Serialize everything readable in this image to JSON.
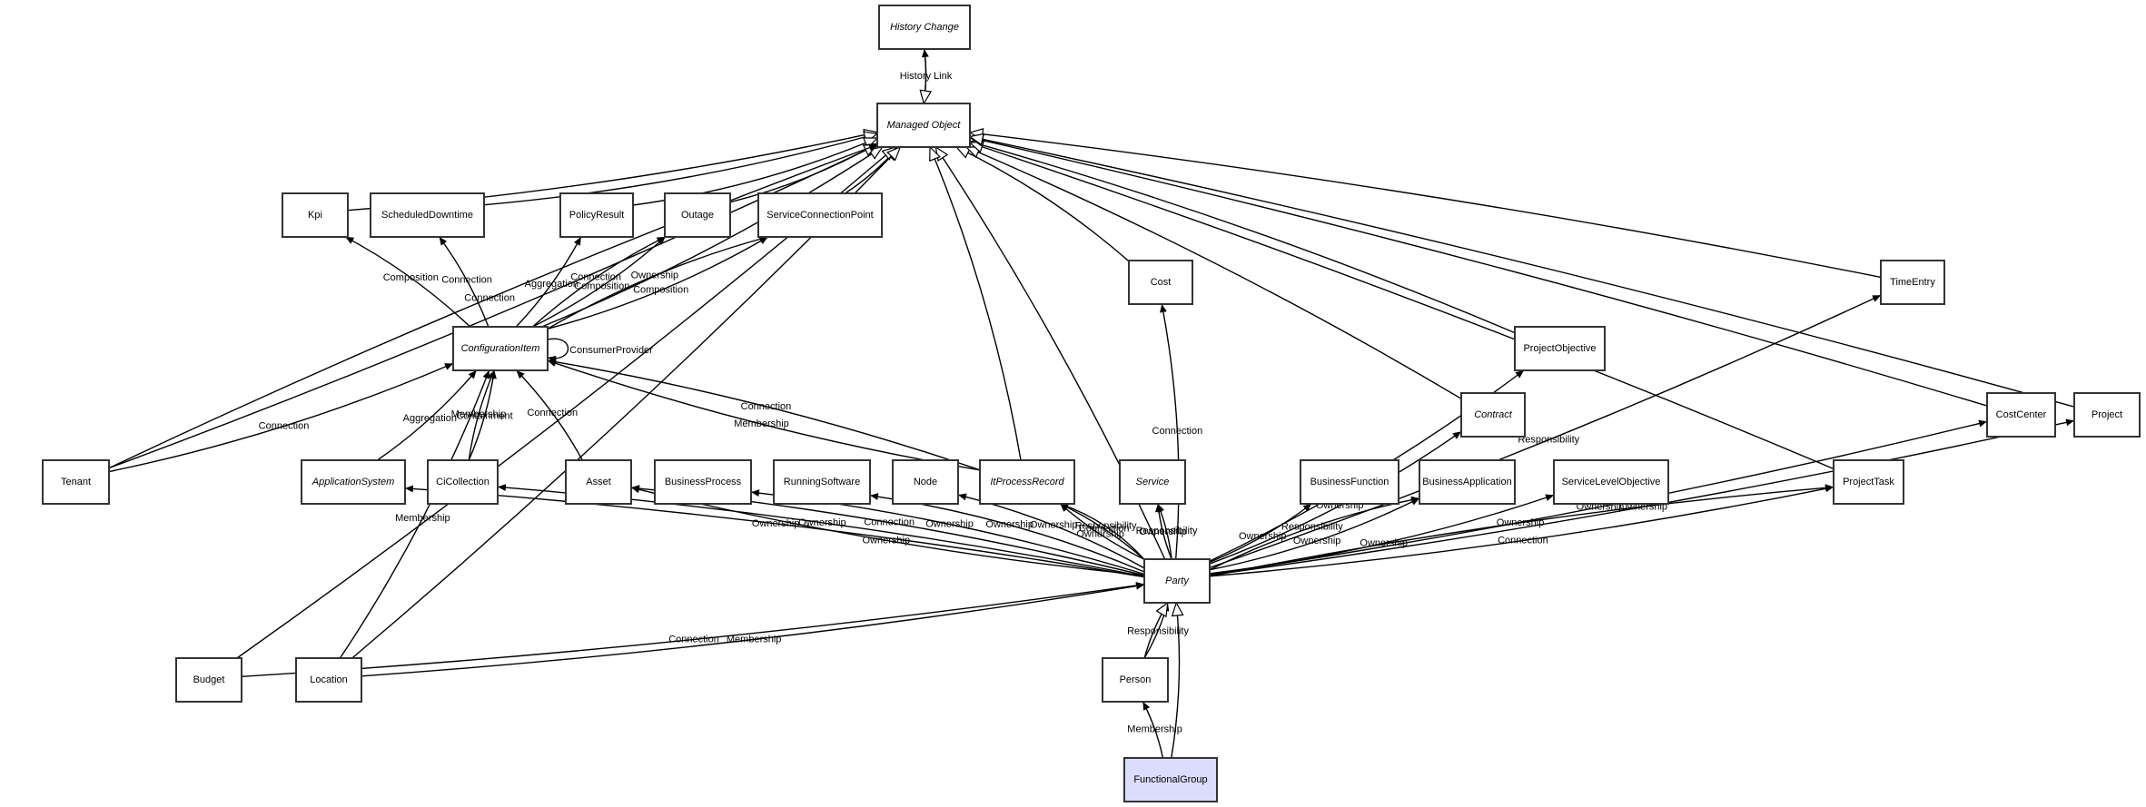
{
  "diagram": {
    "title": "",
    "node_fill_highlight": "#dcdcfc",
    "nodes": [
      {
        "id": "HistoryChange",
        "label": "History Change",
        "abstract": true
      },
      {
        "id": "ManagedObject",
        "label": "Managed Object",
        "abstract": true
      },
      {
        "id": "Kpi",
        "label": "Kpi"
      },
      {
        "id": "ScheduledDowntime",
        "label": "ScheduledDowntime"
      },
      {
        "id": "PolicyResult",
        "label": "PolicyResult"
      },
      {
        "id": "Outage",
        "label": "Outage"
      },
      {
        "id": "ServiceConnectionPoint",
        "label": "ServiceConnectionPoint"
      },
      {
        "id": "Cost",
        "label": "Cost"
      },
      {
        "id": "TimeEntry",
        "label": "TimeEntry"
      },
      {
        "id": "ProjectObjective",
        "label": "ProjectObjective"
      },
      {
        "id": "ConfigurationItem",
        "label": "ConfigurationItem",
        "abstract": true
      },
      {
        "id": "Contract",
        "label": "Contract",
        "abstract": true
      },
      {
        "id": "CostCenter",
        "label": "CostCenter"
      },
      {
        "id": "Project",
        "label": "Project"
      },
      {
        "id": "Tenant",
        "label": "Tenant"
      },
      {
        "id": "ApplicationSystem",
        "label": "ApplicationSystem",
        "abstract": true
      },
      {
        "id": "CiCollection",
        "label": "CiCollection"
      },
      {
        "id": "Asset",
        "label": "Asset"
      },
      {
        "id": "BusinessProcess",
        "label": "BusinessProcess"
      },
      {
        "id": "RunningSoftware",
        "label": "RunningSoftware"
      },
      {
        "id": "Node",
        "label": "Node"
      },
      {
        "id": "ItProcessRecord",
        "label": "ItProcessRecord",
        "abstract": true
      },
      {
        "id": "Service",
        "label": "Service",
        "abstract": true
      },
      {
        "id": "BusinessFunction",
        "label": "BusinessFunction"
      },
      {
        "id": "BusinessApplication",
        "label": "BusinessApplication"
      },
      {
        "id": "ServiceLevelObjective",
        "label": "ServiceLevelObjective"
      },
      {
        "id": "ProjectTask",
        "label": "ProjectTask"
      },
      {
        "id": "Party",
        "label": "Party",
        "abstract": true
      },
      {
        "id": "Budget",
        "label": "Budget"
      },
      {
        "id": "Location",
        "label": "Location"
      },
      {
        "id": "Person",
        "label": "Person"
      },
      {
        "id": "FunctionalGroup",
        "label": "FunctionalGroup",
        "highlight": true
      }
    ],
    "edges": [
      {
        "from": "ManagedObject",
        "to": "HistoryChange",
        "label": "History Link",
        "kind": "association"
      },
      {
        "from": "HistoryChange",
        "to": "ManagedObject",
        "label": "",
        "kind": "inheritance"
      },
      {
        "from": "Kpi",
        "to": "ManagedObject",
        "label": "",
        "kind": "inheritance"
      },
      {
        "from": "ScheduledDowntime",
        "to": "ManagedObject",
        "label": "",
        "kind": "inheritance"
      },
      {
        "from": "PolicyResult",
        "to": "ManagedObject",
        "label": "",
        "kind": "inheritance"
      },
      {
        "from": "Outage",
        "to": "ManagedObject",
        "label": "",
        "kind": "inheritance"
      },
      {
        "from": "ServiceConnectionPoint",
        "to": "ManagedObject",
        "label": "",
        "kind": "inheritance"
      },
      {
        "from": "ConfigurationItem",
        "to": "ManagedObject",
        "label": "",
        "kind": "inheritance"
      },
      {
        "from": "Tenant",
        "to": "ManagedObject",
        "label": "",
        "kind": "inheritance"
      },
      {
        "from": "Tenant",
        "to": "ManagedObject",
        "label": "Connection",
        "kind": "association"
      },
      {
        "from": "Budget",
        "to": "ManagedObject",
        "label": "",
        "kind": "inheritance"
      },
      {
        "from": "Location",
        "to": "ManagedObject",
        "label": "",
        "kind": "inheritance"
      },
      {
        "from": "Party",
        "to": "ManagedObject",
        "label": "",
        "kind": "inheritance"
      },
      {
        "from": "ItProcessRecord",
        "to": "ManagedObject",
        "label": "",
        "kind": "inheritance"
      },
      {
        "from": "Cost",
        "to": "ManagedObject",
        "label": "",
        "kind": "inheritance"
      },
      {
        "from": "Contract",
        "to": "ManagedObject",
        "label": "",
        "kind": "inheritance"
      },
      {
        "from": "ProjectObjective",
        "to": "ManagedObject",
        "label": "",
        "kind": "inheritance"
      },
      {
        "from": "ProjectTask",
        "to": "ManagedObject",
        "label": "",
        "kind": "inheritance"
      },
      {
        "from": "TimeEntry",
        "to": "ManagedObject",
        "label": "",
        "kind": "inheritance"
      },
      {
        "from": "CostCenter",
        "to": "ManagedObject",
        "label": "",
        "kind": "inheritance"
      },
      {
        "from": "Project",
        "to": "ManagedObject",
        "label": "",
        "kind": "inheritance"
      },
      {
        "from": "ConfigurationItem",
        "to": "Kpi",
        "label": "Composition",
        "kind": "association"
      },
      {
        "from": "ConfigurationItem",
        "to": "ScheduledDowntime",
        "label": "Connection",
        "kind": "association"
      },
      {
        "from": "ConfigurationItem",
        "to": "PolicyResult",
        "label": "Aggregation",
        "kind": "association"
      },
      {
        "from": "ConfigurationItem",
        "to": "Outage",
        "label": "Composition",
        "kind": "association"
      },
      {
        "from": "ConfigurationItem",
        "to": "Outage",
        "label": "Connection",
        "kind": "association"
      },
      {
        "from": "ConfigurationItem",
        "to": "ServiceConnectionPoint",
        "label": "Composition",
        "kind": "association"
      },
      {
        "from": "ConfigurationItem",
        "to": "ServiceConnectionPoint",
        "label": "Ownership",
        "kind": "association"
      },
      {
        "from": "ConfigurationItem",
        "to": "ConfigurationItem",
        "label": "ConsumerProvider",
        "kind": "association"
      },
      {
        "from": "Tenant",
        "to": "ConfigurationItem",
        "label": "Connection",
        "kind": "association"
      },
      {
        "from": "ApplicationSystem",
        "to": "ConfigurationItem",
        "label": "Aggregation",
        "kind": "association"
      },
      {
        "from": "CiCollection",
        "to": "ConfigurationItem",
        "label": "Containment",
        "kind": "association"
      },
      {
        "from": "CiCollection",
        "to": "ConfigurationItem",
        "label": "Membership",
        "kind": "association"
      },
      {
        "from": "Location",
        "to": "ConfigurationItem",
        "label": "Membership",
        "kind": "association"
      },
      {
        "from": "Asset",
        "to": "ConfigurationItem",
        "label": "Connection",
        "kind": "association"
      },
      {
        "from": "ItProcessRecord",
        "to": "ConfigurationItem",
        "label": "Connection",
        "kind": "association"
      },
      {
        "from": "ItProcessRecord",
        "to": "ConfigurationItem",
        "label": "Membership",
        "kind": "association"
      },
      {
        "from": "Party",
        "to": "Cost",
        "label": "Connection",
        "kind": "association"
      },
      {
        "from": "Party",
        "to": "ProjectObjective",
        "label": "Ownership",
        "kind": "association"
      },
      {
        "from": "Party",
        "to": "Contract",
        "label": "Ownership",
        "kind": "association"
      },
      {
        "from": "Party",
        "to": "TimeEntry",
        "label": "Responsibility",
        "kind": "association"
      },
      {
        "from": "Party",
        "to": "CostCenter",
        "label": "Ownership",
        "kind": "association"
      },
      {
        "from": "Party",
        "to": "Project",
        "label": "Ownership",
        "kind": "association"
      },
      {
        "from": "Party",
        "to": "ApplicationSystem",
        "label": "Ownership",
        "kind": "association"
      },
      {
        "from": "Party",
        "to": "CiCollection",
        "label": "Ownership",
        "kind": "association"
      },
      {
        "from": "Party",
        "to": "Asset",
        "label": "Connection",
        "kind": "association"
      },
      {
        "from": "Party",
        "to": "Asset",
        "label": "Ownership",
        "kind": "association"
      },
      {
        "from": "Party",
        "to": "BusinessProcess",
        "label": "Ownership",
        "kind": "association"
      },
      {
        "from": "Party",
        "to": "RunningSoftware",
        "label": "Ownership",
        "kind": "association"
      },
      {
        "from": "Party",
        "to": "Node",
        "label": "Ownership",
        "kind": "association"
      },
      {
        "from": "Party",
        "to": "ItProcessRecord",
        "label": "Connection",
        "kind": "association"
      },
      {
        "from": "Party",
        "to": "ItProcessRecord",
        "label": "Ownership",
        "kind": "association"
      },
      {
        "from": "Party",
        "to": "ItProcessRecord",
        "label": "Responsibility",
        "kind": "association"
      },
      {
        "from": "Party",
        "to": "Service",
        "label": "Responsibility",
        "kind": "association"
      },
      {
        "from": "Party",
        "to": "Service",
        "label": "Ownership",
        "kind": "association"
      },
      {
        "from": "Party",
        "to": "BusinessFunction",
        "label": "Ownership",
        "kind": "association"
      },
      {
        "from": "Party",
        "to": "BusinessApplication",
        "label": "Ownership",
        "kind": "association"
      },
      {
        "from": "Party",
        "to": "BusinessApplication",
        "label": "Responsibility",
        "kind": "association"
      },
      {
        "from": "Party",
        "to": "ServiceLevelObjective",
        "label": "Ownership",
        "kind": "association"
      },
      {
        "from": "Party",
        "to": "ProjectTask",
        "label": "Connection",
        "kind": "association"
      },
      {
        "from": "Party",
        "to": "ProjectTask",
        "label": "Ownership",
        "kind": "association"
      },
      {
        "from": "Budget",
        "to": "Party",
        "label": "Connection",
        "kind": "association"
      },
      {
        "from": "Location",
        "to": "Party",
        "label": "Membership",
        "kind": "association"
      },
      {
        "from": "Person",
        "to": "Party",
        "label": "Responsibility",
        "kind": "association"
      },
      {
        "from": "Person",
        "to": "Party",
        "label": "",
        "kind": "inheritance"
      },
      {
        "from": "FunctionalGroup",
        "to": "Party",
        "label": "",
        "kind": "inheritance"
      },
      {
        "from": "FunctionalGroup",
        "to": "Person",
        "label": "Membership",
        "kind": "association"
      }
    ]
  }
}
